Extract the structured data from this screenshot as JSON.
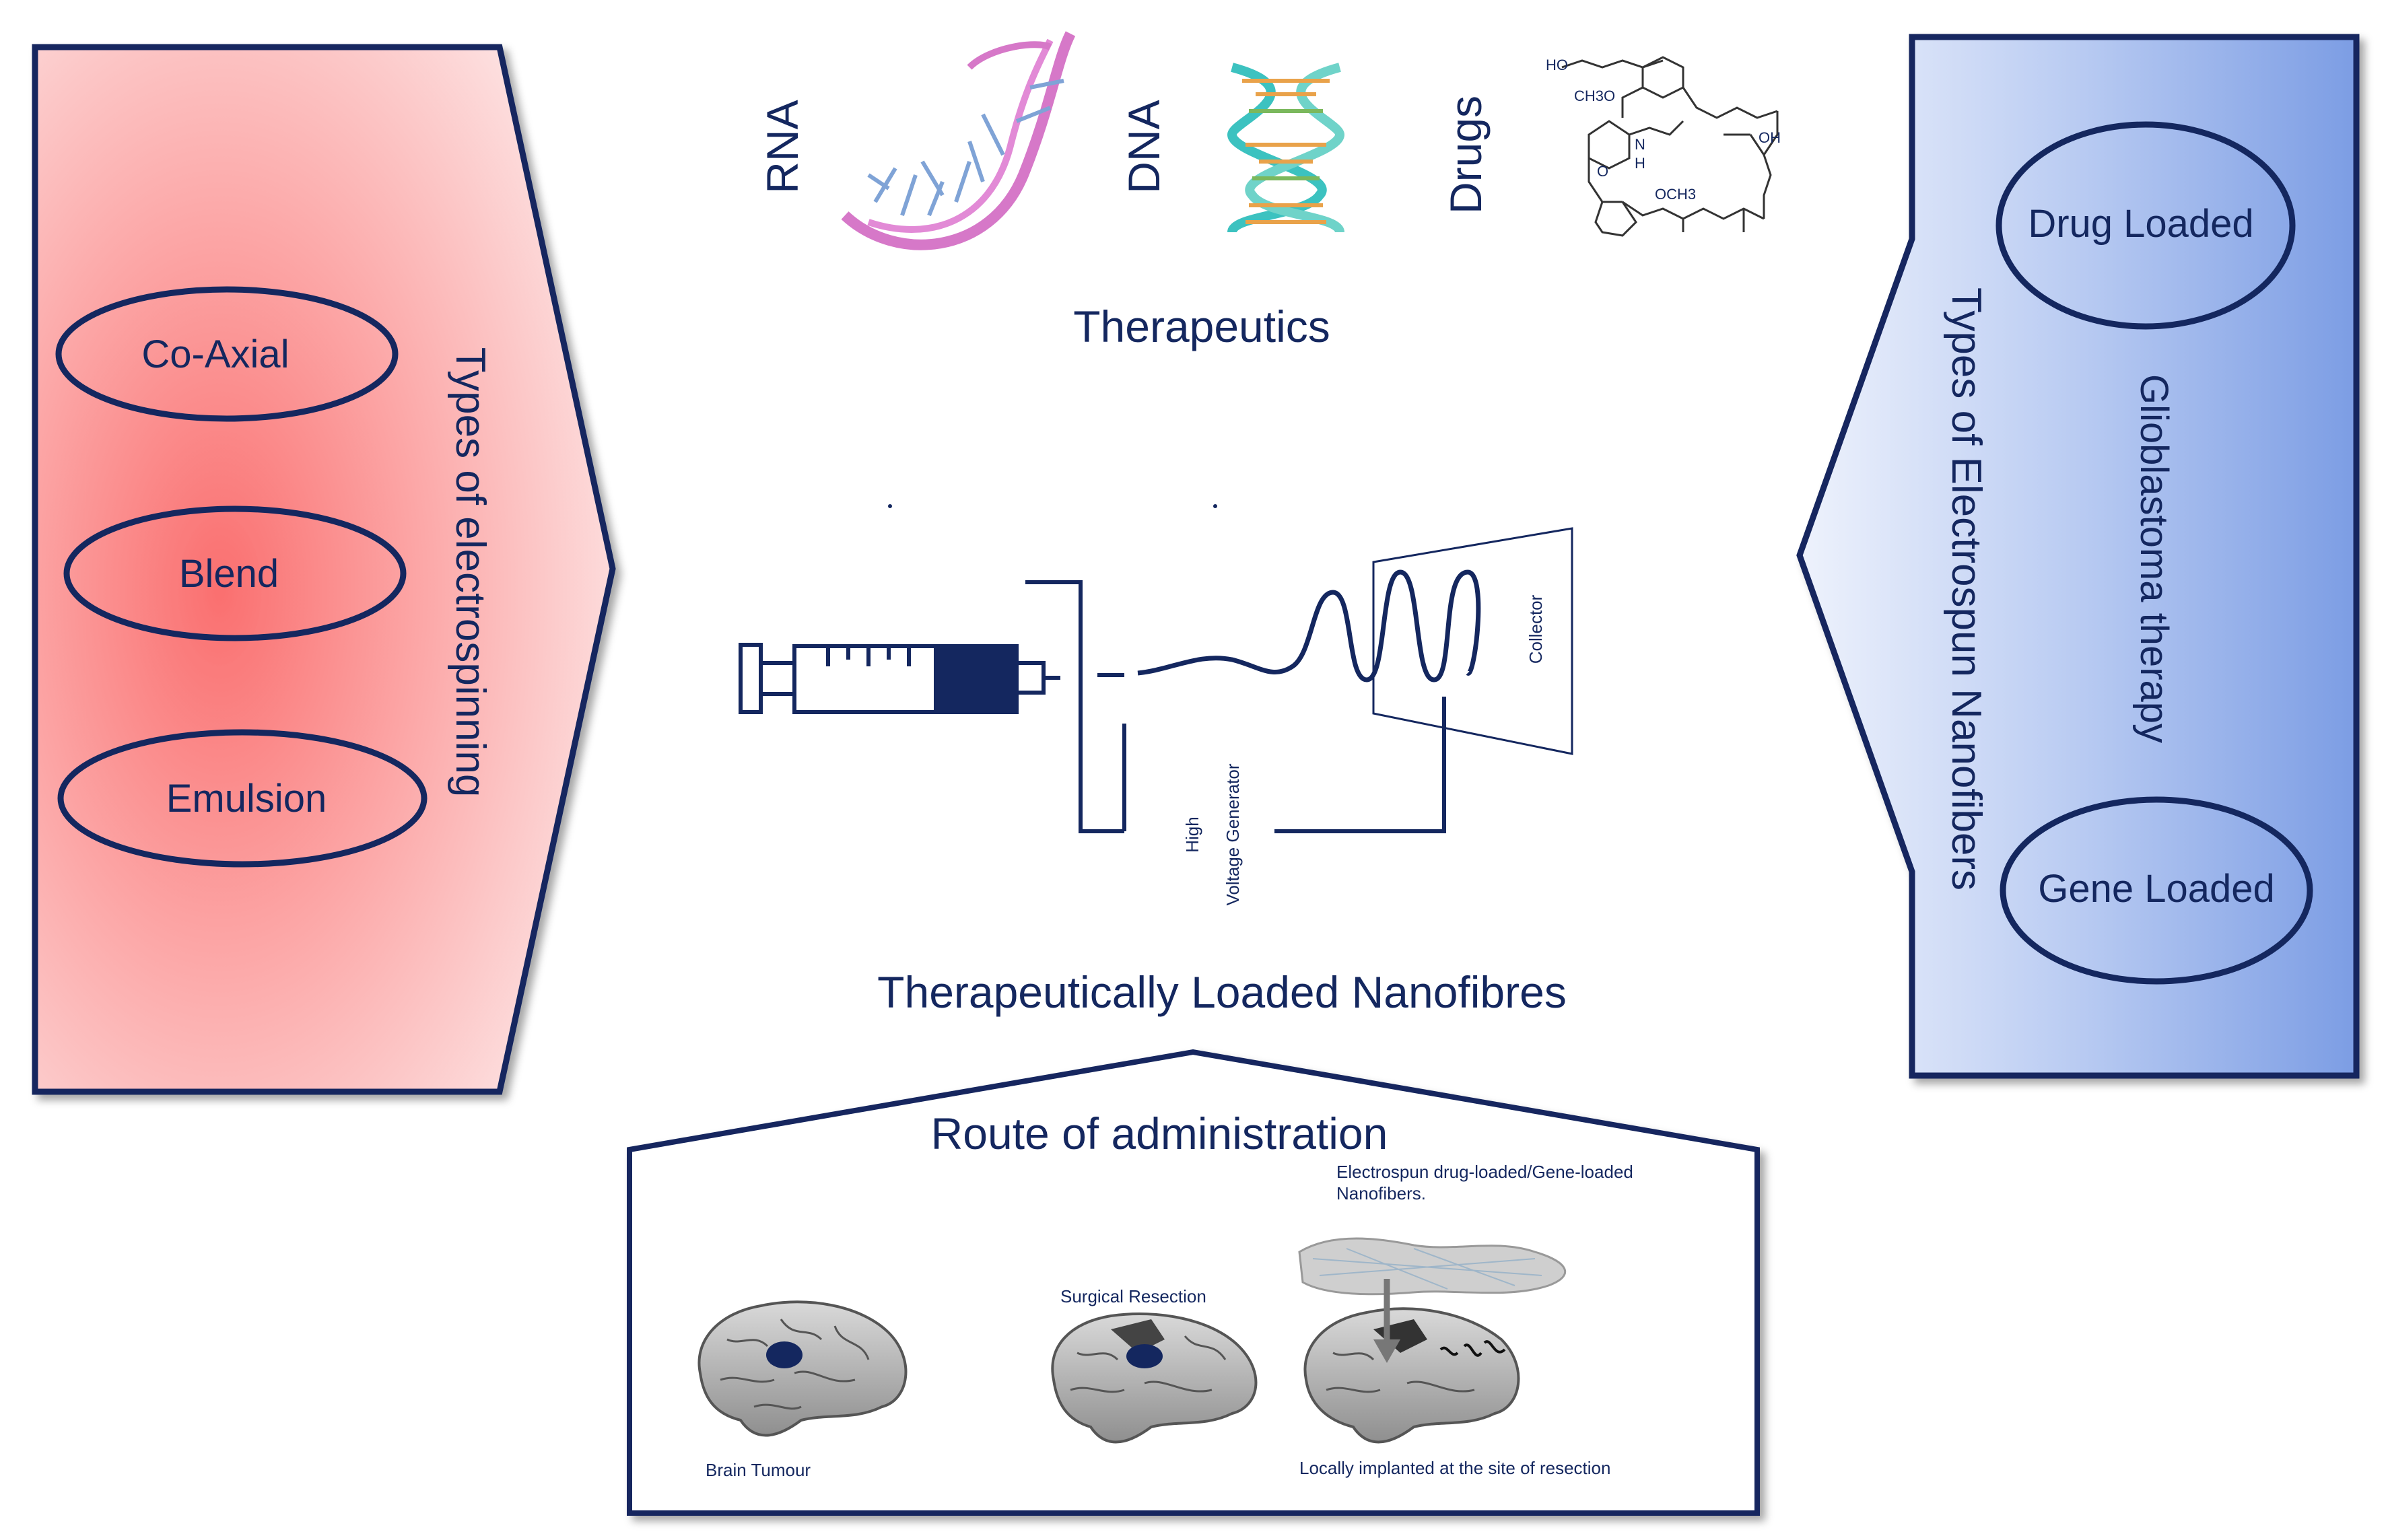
{
  "left_panel": {
    "title": "Types of electrospinning",
    "items": [
      "Co-Axial",
      "Blend",
      "Emulsion"
    ]
  },
  "right_panel": {
    "title": "Types of Electrospun Nanofibers",
    "subtitle": "Glioblastoma therapy",
    "items": [
      "Drug Loaded",
      "Gene Loaded"
    ]
  },
  "therapeutics": {
    "labels": [
      "RNA",
      "DNA",
      "Drugs"
    ],
    "caption": "Therapeutics",
    "chem_labels": [
      "HO",
      "CH3O",
      "O",
      "N",
      "H",
      "OH",
      "OCH3"
    ]
  },
  "setup": {
    "collector_label": "Collector",
    "generator_label_1": "High",
    "generator_label_2": "Voltage Generator",
    "caption": "Therapeutically Loaded Nanofibres"
  },
  "route": {
    "title": "Route of administration",
    "captions": {
      "implant_header": "Electrospun drug-loaded/Gene-loaded Nanofibers.",
      "surgical": "Surgical Resection",
      "tumour": "Brain Tumour",
      "implanted": "Locally implanted at the site of resection"
    }
  },
  "colors": {
    "navy": "#14275f",
    "left_gradient_center": "#fa6f6f",
    "left_gradient_edge": "#fde2e2",
    "right_gradient_light": "#e2eafb",
    "right_gradient_dark": "#7c9de4"
  }
}
